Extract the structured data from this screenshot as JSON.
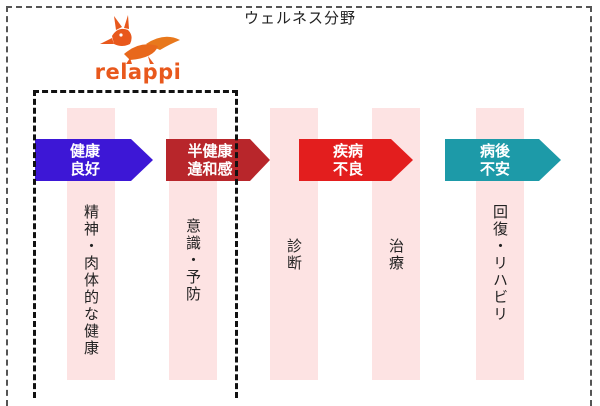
{
  "title": "ウェルネス分野",
  "logo": {
    "text": "relappi",
    "brand_color": "#e8581c",
    "icon": "fox-icon"
  },
  "arrows": [
    {
      "line1": "健康",
      "line2": "良好",
      "color": "#3d17d6"
    },
    {
      "line1": "半健康",
      "line2": "違和感",
      "color": "#b8262b"
    },
    {
      "line1": "疾病",
      "line2": "不良",
      "color": "#e31e1e"
    },
    {
      "line1": "病後",
      "line2": "不安",
      "color": "#1d9aa8"
    }
  ],
  "columns": [
    {
      "text": "精神・肉体的な健康"
    },
    {
      "text": "意識・予防"
    },
    {
      "text": "診断"
    },
    {
      "text": "治療"
    },
    {
      "text": "回復・リハビリ"
    }
  ],
  "column_color": "#fde3e3"
}
